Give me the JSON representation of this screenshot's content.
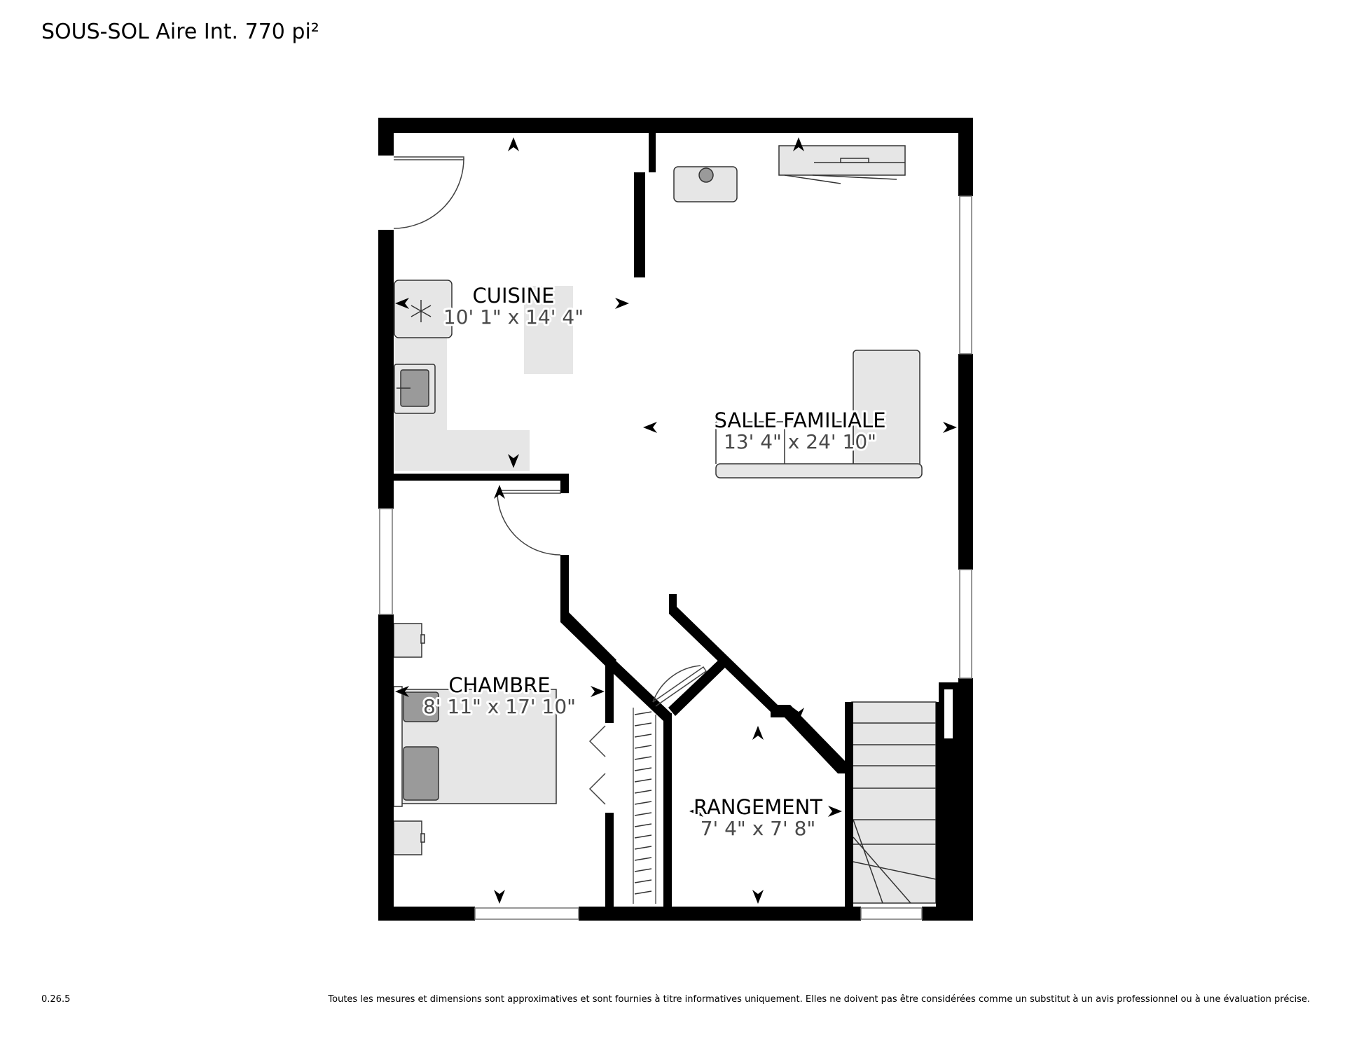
{
  "header": {
    "title": "SOUS-SOL Aire Int. 770 pi²"
  },
  "footer": {
    "version": "0.26.5",
    "disclaimer": "Toutes les mesures et dimensions sont approximatives et sont fournies à titre informatives uniquement. Elles ne doivent pas être considérées comme un substitut à un avis professionnel ou à une évaluation précise."
  },
  "rooms": [
    {
      "name": "CUISINE",
      "dims": "10' 1\" x 14' 4\""
    },
    {
      "name": "SALLE FAMILIALE",
      "dims": "13' 4\" x 24' 10\""
    },
    {
      "name": "CHAMBRE",
      "dims": "8' 11\" x 17' 10\""
    },
    {
      "name": "RANGEMENT",
      "dims": "7' 4\" x 7' 8\""
    }
  ],
  "colors": {
    "wall": "#000000",
    "fixture": "#e6e6e6",
    "fixture_dark": "#9a9a9a"
  }
}
